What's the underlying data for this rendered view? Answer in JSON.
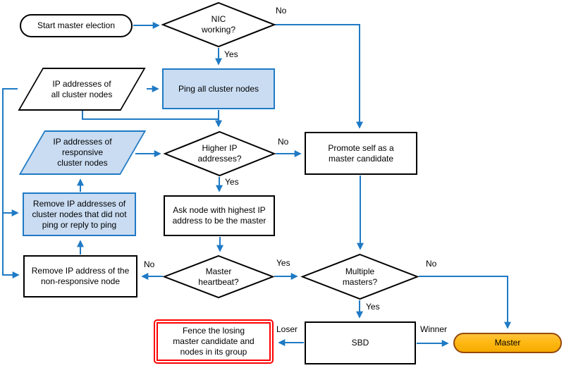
{
  "colors": {
    "accent": "#1F7AC5",
    "fill-blue": "#C9DCF2",
    "orange": "#FFB914",
    "orange-border": "#96490B",
    "red": "#FF0000"
  },
  "nodes": {
    "start": {
      "type": "terminator",
      "label": "Start master election"
    },
    "nic": {
      "type": "decision",
      "label": "NIC\nworking?"
    },
    "ip_all": {
      "type": "data",
      "label": "IP addresses of\nall cluster nodes"
    },
    "ping": {
      "type": "process",
      "label": "Ping all cluster nodes"
    },
    "ip_responsive": {
      "type": "data",
      "label": "IP addresses of\nresponsive\ncluster nodes"
    },
    "higher_ip": {
      "type": "decision",
      "label": "Higher IP\naddresses?"
    },
    "promote": {
      "type": "process",
      "label": "Promote self as a\nmaster candidate"
    },
    "remove_nonpinging": {
      "type": "process",
      "label": "Remove IP addresses of\ncluster nodes that did not\nping or reply to ping"
    },
    "ask_highest": {
      "type": "process",
      "label": "Ask node with highest IP\naddress to be the master"
    },
    "remove_nonresponsive": {
      "type": "process",
      "label": "Remove IP address of the\nnon-responsive node"
    },
    "heartbeat": {
      "type": "decision",
      "label": "Master\nheartbeat?"
    },
    "multiple_masters": {
      "type": "decision",
      "label": "Multiple\nmasters?"
    },
    "sbd": {
      "type": "process",
      "label": "SBD"
    },
    "fence": {
      "type": "process",
      "label": "Fence the losing\nmaster candidate and\nnodes in its group"
    },
    "master": {
      "type": "terminator",
      "label": "Master"
    }
  },
  "edge_labels": {
    "nic_no": "No",
    "nic_yes": "Yes",
    "higher_no": "No",
    "higher_yes": "Yes",
    "heartbeat_no": "No",
    "heartbeat_yes": "Yes",
    "multiple_no": "No",
    "multiple_yes": "Yes",
    "sbd_loser": "Loser",
    "sbd_winner": "Winner"
  }
}
